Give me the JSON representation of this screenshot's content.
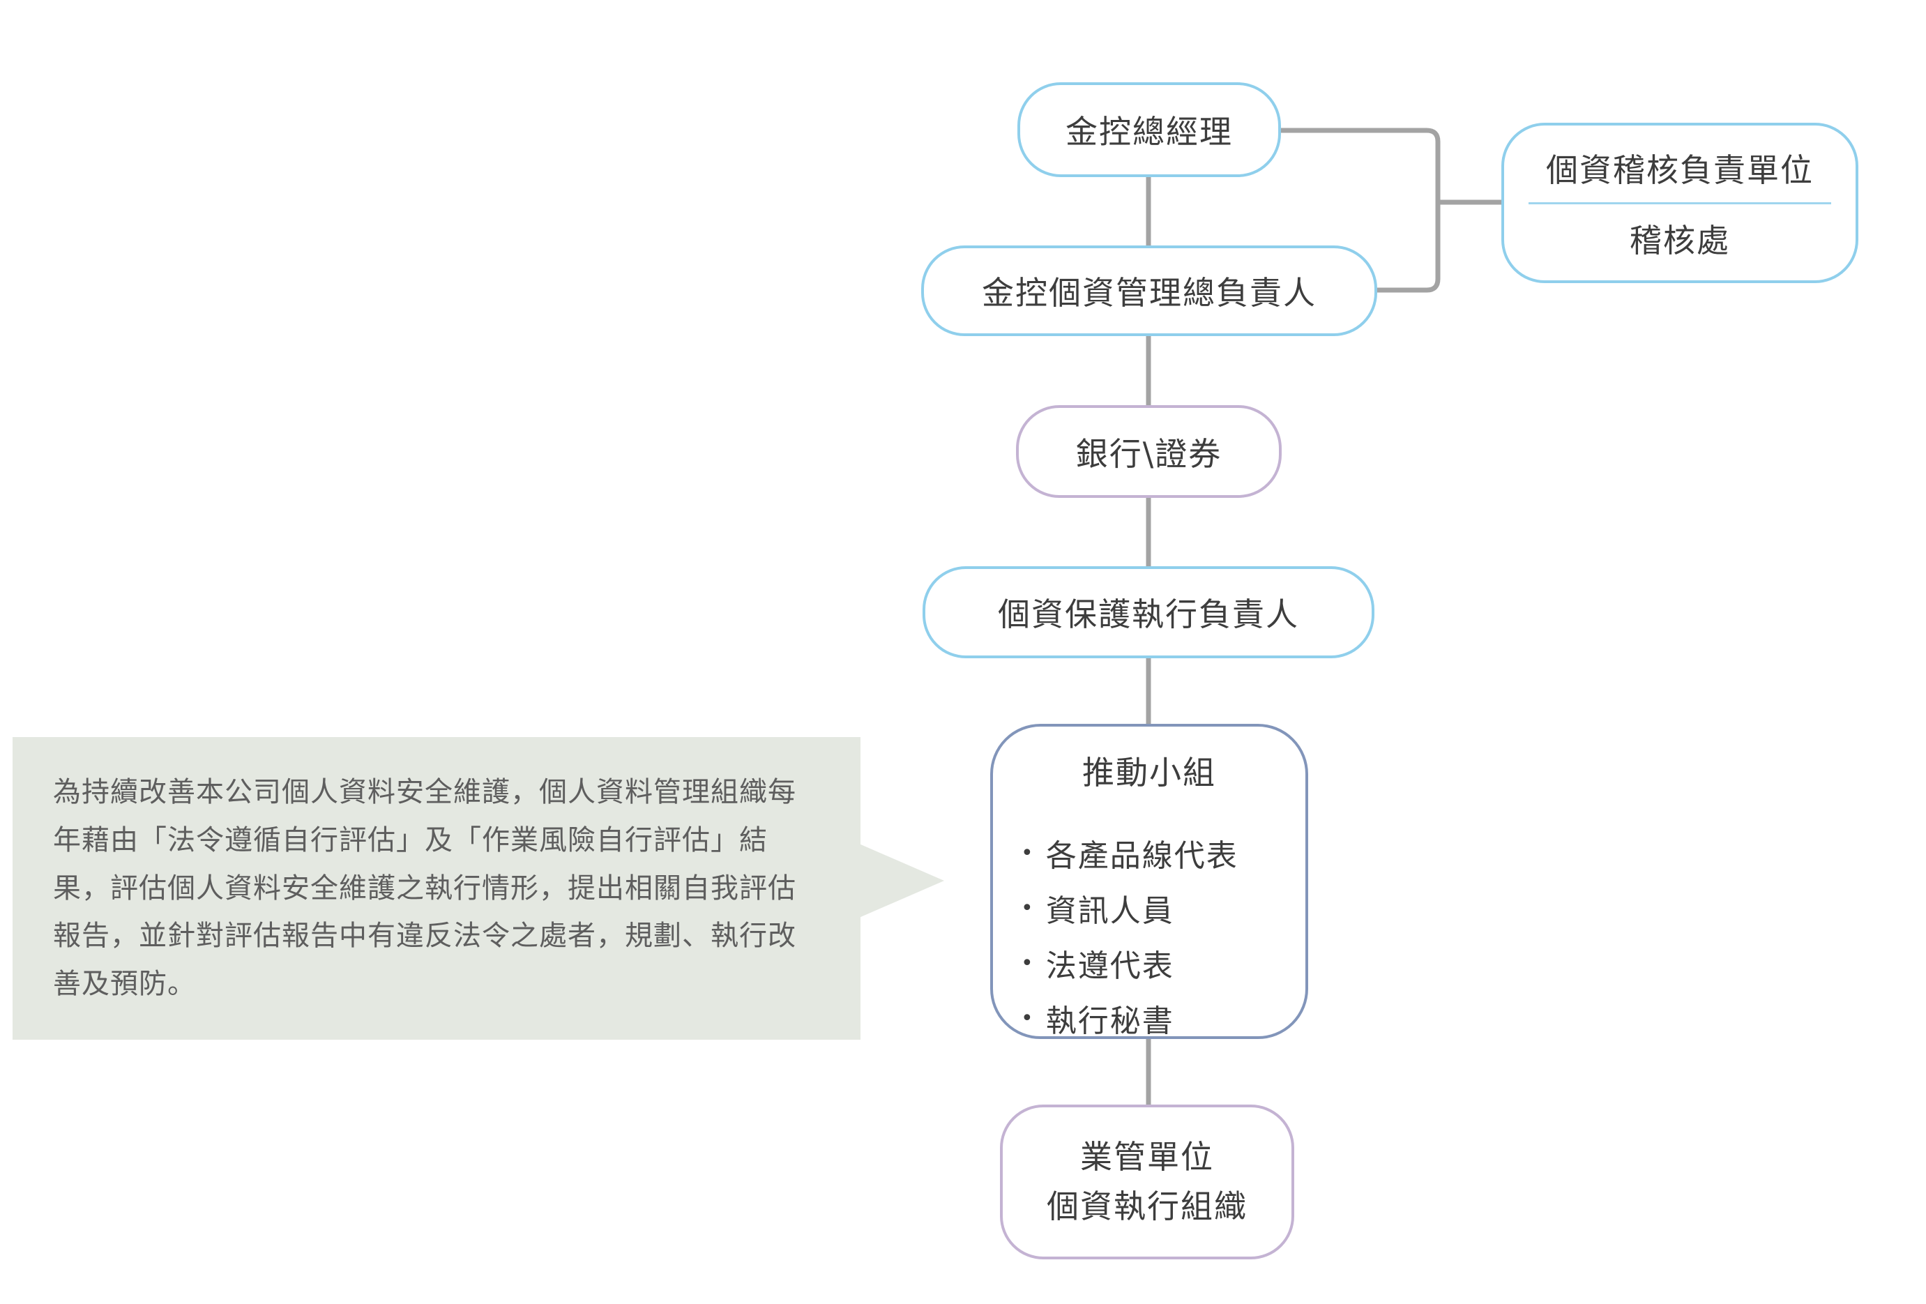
{
  "diagram": {
    "nodes": {
      "ceo": {
        "label": "金控總經理"
      },
      "audit": {
        "line1": "個資稽核負責單位",
        "line2": "稽核處"
      },
      "chief": {
        "label": "金控個資管理總負責人"
      },
      "bank": {
        "label": "銀行\\證券"
      },
      "exec": {
        "label": "個資保護執行負責人"
      },
      "team": {
        "title": "推動小組",
        "members": [
          "各產品線代表",
          "資訊人員",
          "法遵代表",
          "執行秘書"
        ]
      },
      "unit": {
        "line1": "業管單位",
        "line2": "個資執行組織"
      }
    },
    "callout": {
      "text": "為持續改善本公司個人資料安全維護，個人資料管理組織每年藉由「法令遵循自行評估」及「作業風險自行評估」結果，評估個人資料安全維護之執行情形，提出相關自我評估報告，並針對評估報告中有違反法令之處者，規劃、執行改善及預防。"
    },
    "colors": {
      "blue_border": "#8fcfec",
      "purple_border": "#c4b3d3",
      "team_border": "#8295ba",
      "audit_divider": "#9fd5ee",
      "team_divider": "#a9b2a4",
      "connector": "#a3a3a3",
      "callout_bg": "#e4e8e1",
      "text": "#3d3d3d",
      "callout_text": "#5e5e5e"
    }
  }
}
